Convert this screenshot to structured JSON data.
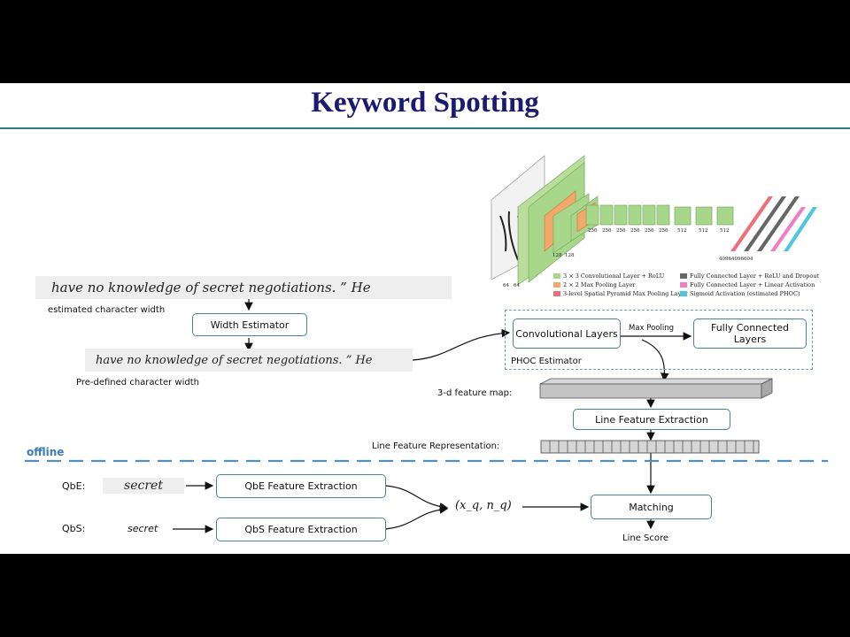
{
  "slide": {
    "title": "Keyword Spotting"
  },
  "lines": {
    "estimated": {
      "text": "have  no   knowledge  of  secret  negotiations. ”  He",
      "caption": "estimated character width"
    },
    "predefined": {
      "text": "have  no   knowledge  of  secret  negotiations. ”  He",
      "caption": "Pre-defined character width"
    }
  },
  "boxes": {
    "width_estimator": "Width Estimator",
    "conv_layers": "Convolutional Layers",
    "fc_layers": "Fully Connected Layers",
    "phoc_estimator": "PHOC Estimator",
    "max_pooling": "Max Pooling",
    "line_feature_extraction": "Line Feature Extraction",
    "qbe_extraction": "QbE Feature Extraction",
    "qbs_extraction": "QbS Feature Extraction",
    "matching": "Matching"
  },
  "labels": {
    "feature_map": "3-d feature map:",
    "line_feature_repr": "Line Feature Representation:",
    "offline": "offline",
    "qbe": "QbE:",
    "qbs": "QbS:",
    "qbs_word": "secret",
    "qbe_word": "secret",
    "query": "(x_q, n_q)",
    "line_score": "Line Score"
  },
  "cnn_legend": [
    {
      "text": "3 × 3 Convolutional Layer + ReLU",
      "color": "#a8d68a"
    },
    {
      "text": "2 × 2 Max Pooling Layer",
      "color": "#f2a96b"
    },
    {
      "text": "3-level Spatial Pyramid Max Pooling Layer",
      "color": "#ee6f7a"
    },
    {
      "text": "Fully Connected Layer + ReLU and Dropout",
      "color": "#666666"
    },
    {
      "text": "Fully Connected Layer + Linear Activation",
      "color": "#ee7fc0"
    },
    {
      "text": "Sigmoid Activation (estimated PHOC)",
      "color": "#4fc6e0"
    }
  ],
  "cnn_dims": [
    "64",
    "64",
    "128",
    "128",
    "256",
    "256",
    "256",
    "256",
    "256",
    "256",
    "512",
    "512",
    "512",
    "4096",
    "4096",
    "604"
  ]
}
